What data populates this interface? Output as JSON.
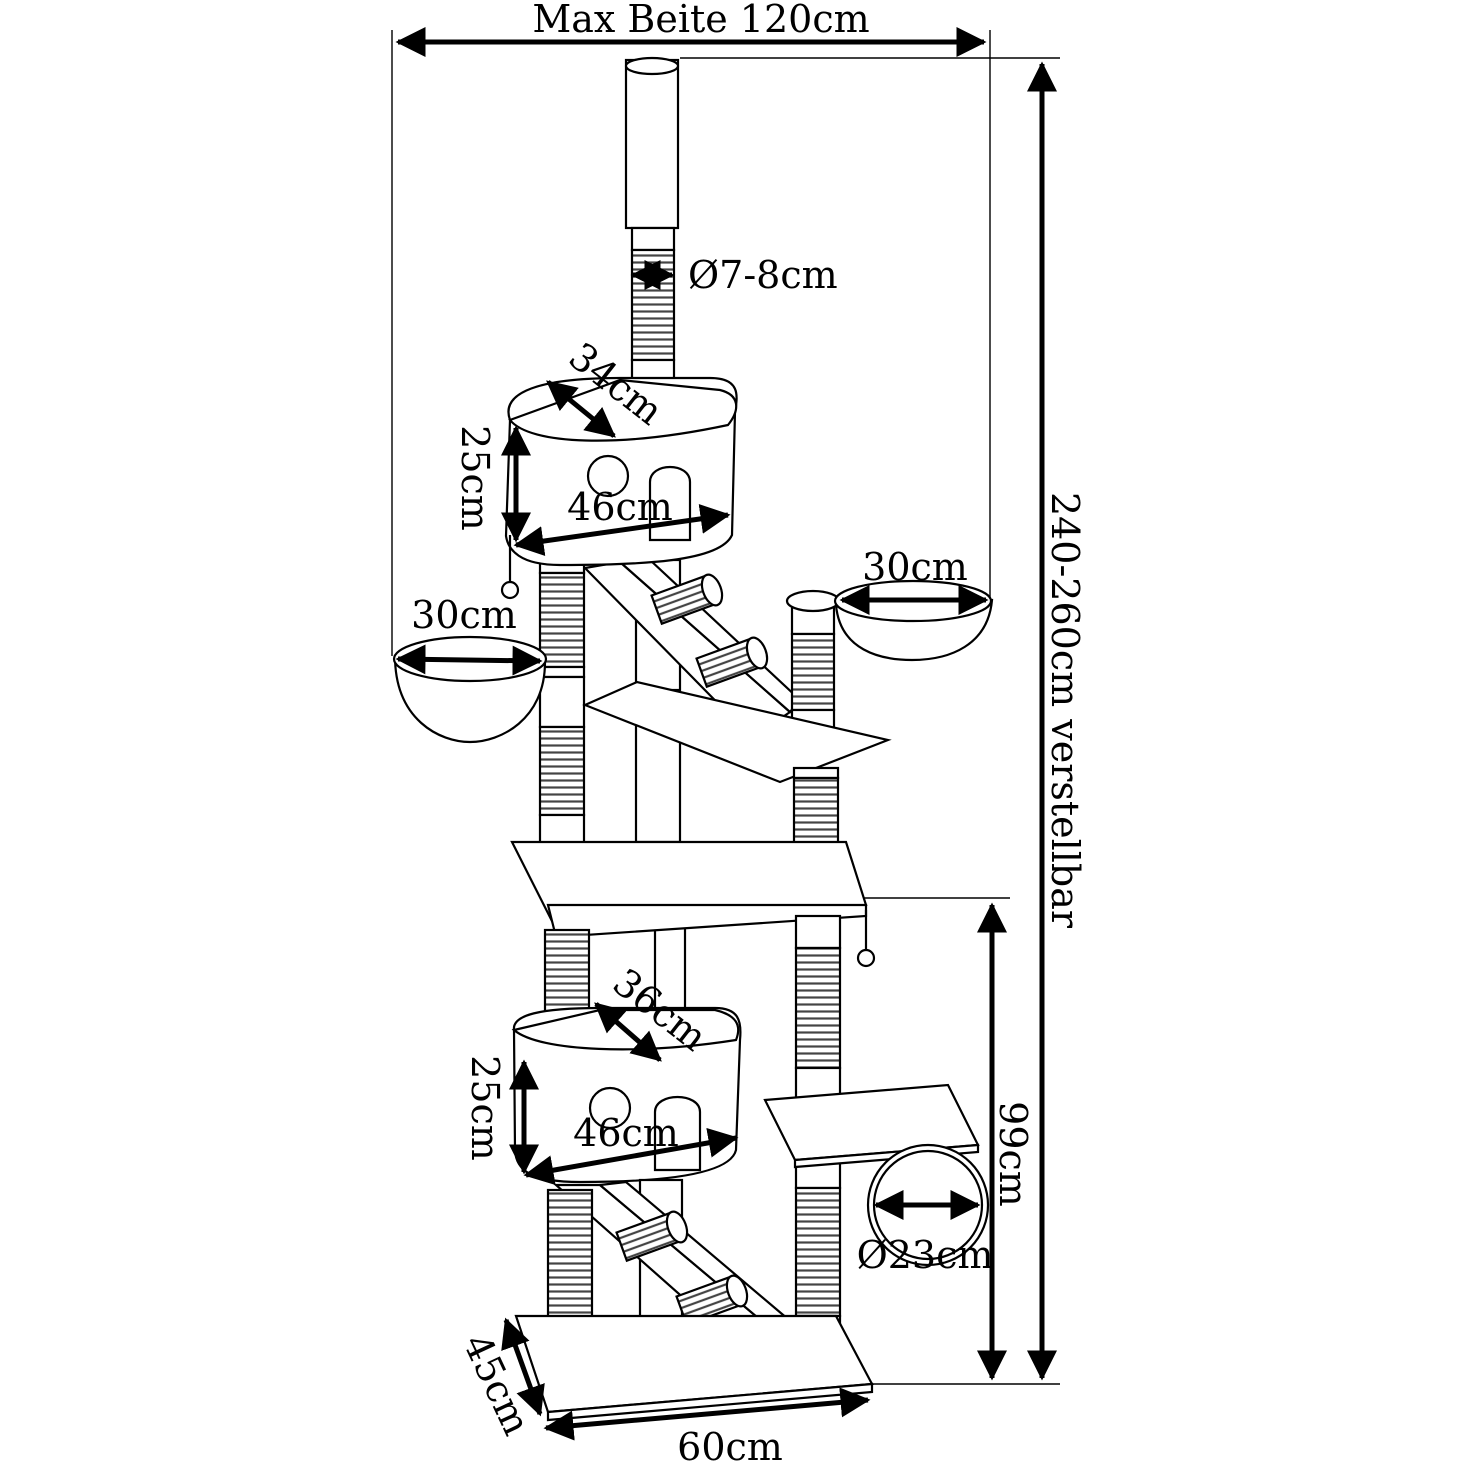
{
  "dimensions": {
    "max_width": "Max Beite 120cm",
    "total_height": "240-260cm verstellbar",
    "post_diameter": "Ø7-8cm",
    "top_house_depth": "34cm",
    "top_house_height": "25cm",
    "top_house_width": "46cm",
    "left_bowl": "30cm",
    "right_bowl": "30cm",
    "lower_house_depth": "36cm",
    "lower_house_height": "25cm",
    "lower_house_width": "46cm",
    "lower_section_height": "99cm",
    "tunnel_diameter": "Ø23cm",
    "base_depth": "45cm",
    "base_width": "60cm"
  }
}
